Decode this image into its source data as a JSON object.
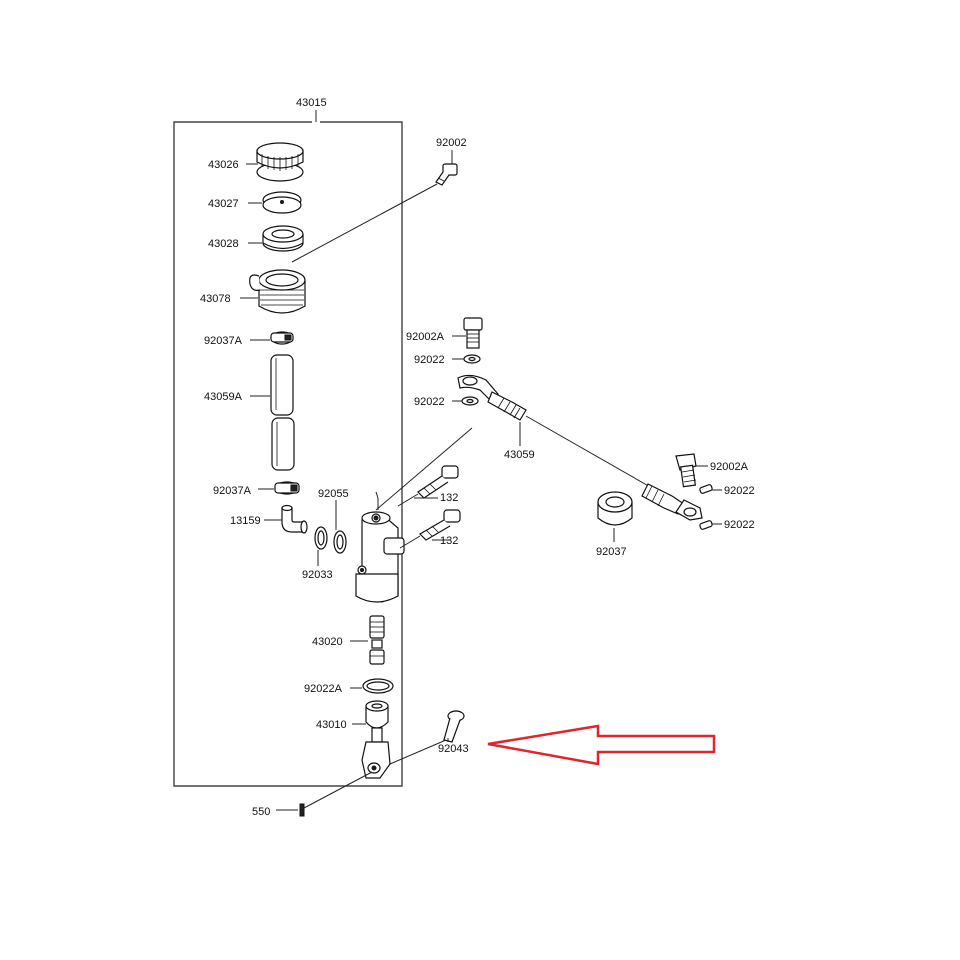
{
  "diagram": {
    "assembly_label": "43015",
    "part_labels": {
      "p43026": "43026",
      "p43027": "43027",
      "p43028": "43028",
      "p43078": "43078",
      "p92037A_top": "92037A",
      "p43059A": "43059A",
      "p92037A_bottom": "92037A",
      "p13159": "13159",
      "p92033": "92033",
      "p92055": "92055",
      "p132_top": "132",
      "p132_bottom": "132",
      "p92002": "92002",
      "p92002A_top": "92002A",
      "p92022_1": "92022",
      "p92022_2": "92022",
      "p43059": "43059",
      "p92037": "92037",
      "p92002A_right": "92002A",
      "p92022_3": "92022",
      "p92022_4": "92022",
      "p43020": "43020",
      "p92022A": "92022A",
      "p43010": "43010",
      "p92043": "92043",
      "p550": "550"
    },
    "highlight": {
      "target": "92043",
      "arrow_color": "#e0262b"
    }
  }
}
